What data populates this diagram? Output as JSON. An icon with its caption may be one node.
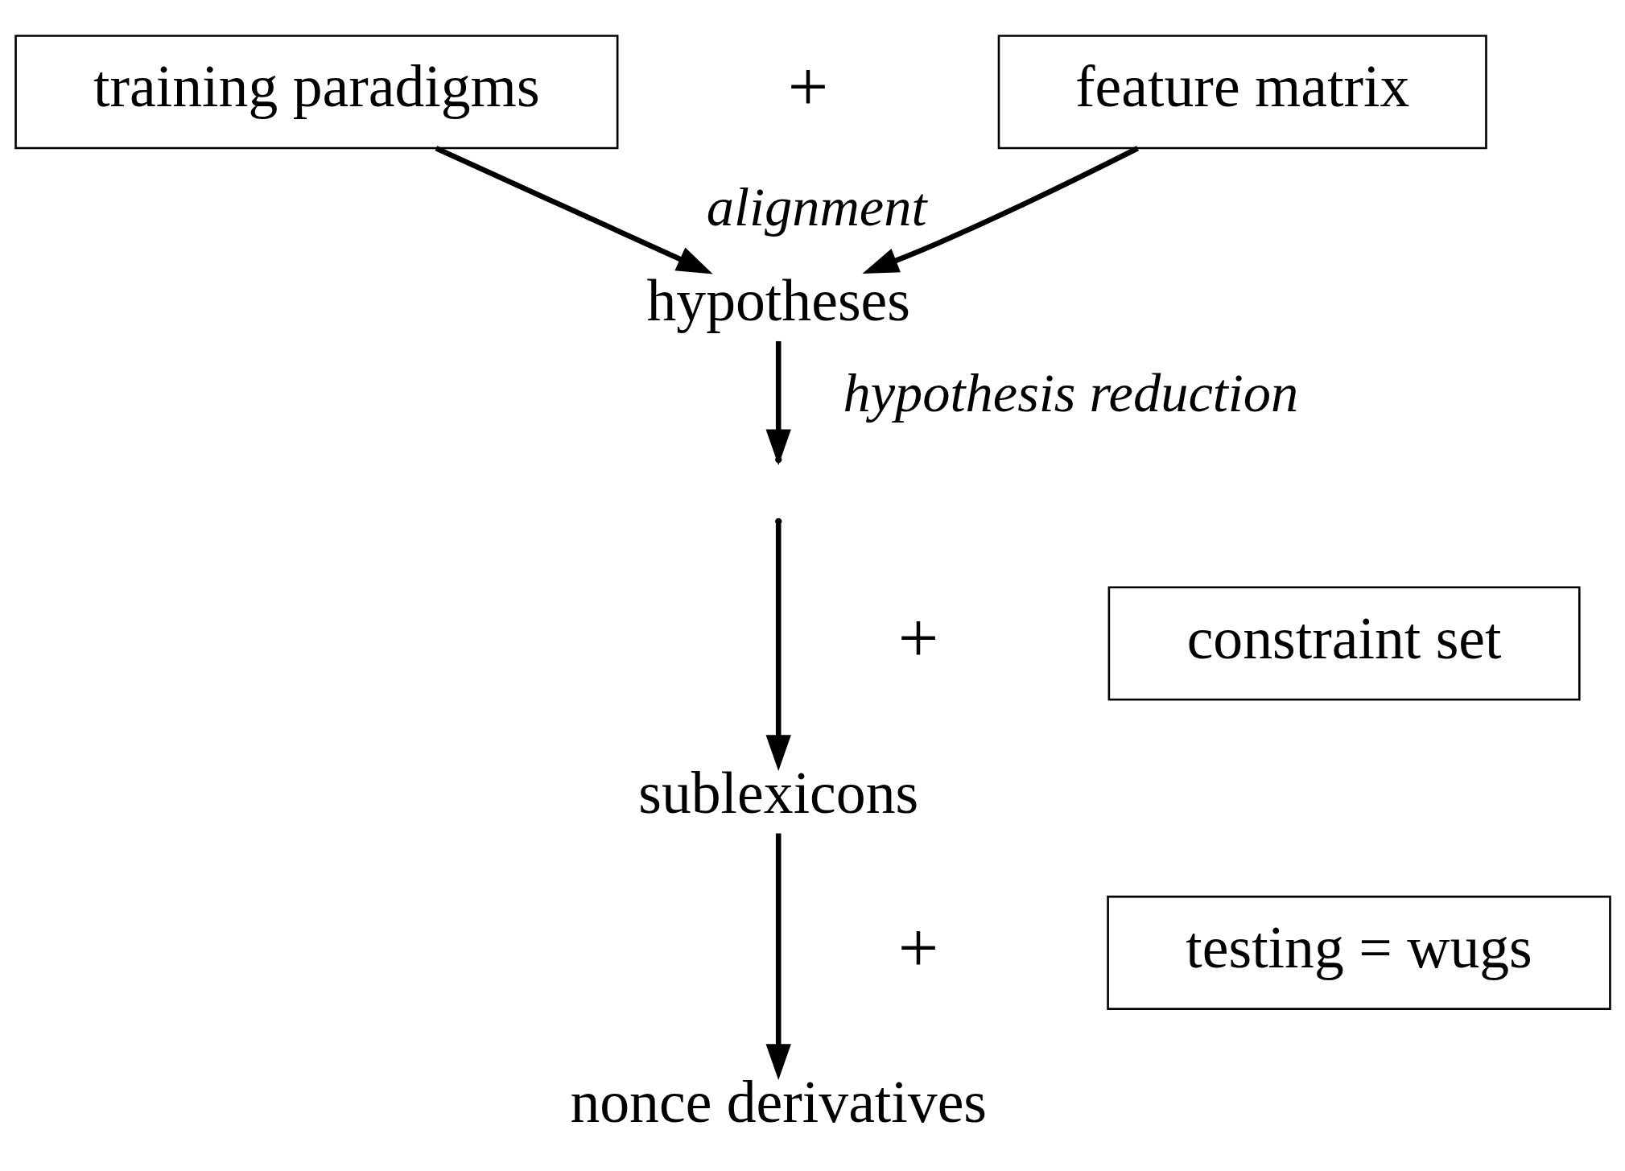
{
  "diagram": {
    "nodes": [
      {
        "text": [
          "training paradigms"
        ]
      },
      {
        "text": [
          "feature matrix"
        ]
      },
      {
        "text": [
          "hypotheses"
        ]
      },
      {
        "text": [
          "constraint set"
        ]
      },
      {
        "text": [
          "sublexicons"
        ]
      },
      {
        "text": [
          "testing = wugs"
        ]
      },
      {
        "text": [
          "nonce derivatives"
        ]
      }
    ],
    "edges": [
      {
        "from": 0,
        "to": 2,
        "arrow": "to",
        "label": "alignment"
      },
      {
        "from": 1,
        "to": 2,
        "arrow": "to"
      },
      {
        "from": 2,
        "to": null,
        "arrow": "to",
        "label": "hypothesis reduction"
      },
      {
        "from": null,
        "to": 4,
        "arrow": "to"
      },
      {
        "from": 4,
        "to": 6,
        "arrow": "to"
      }
    ],
    "labels": [
      "+",
      "+",
      "+"
    ]
  }
}
